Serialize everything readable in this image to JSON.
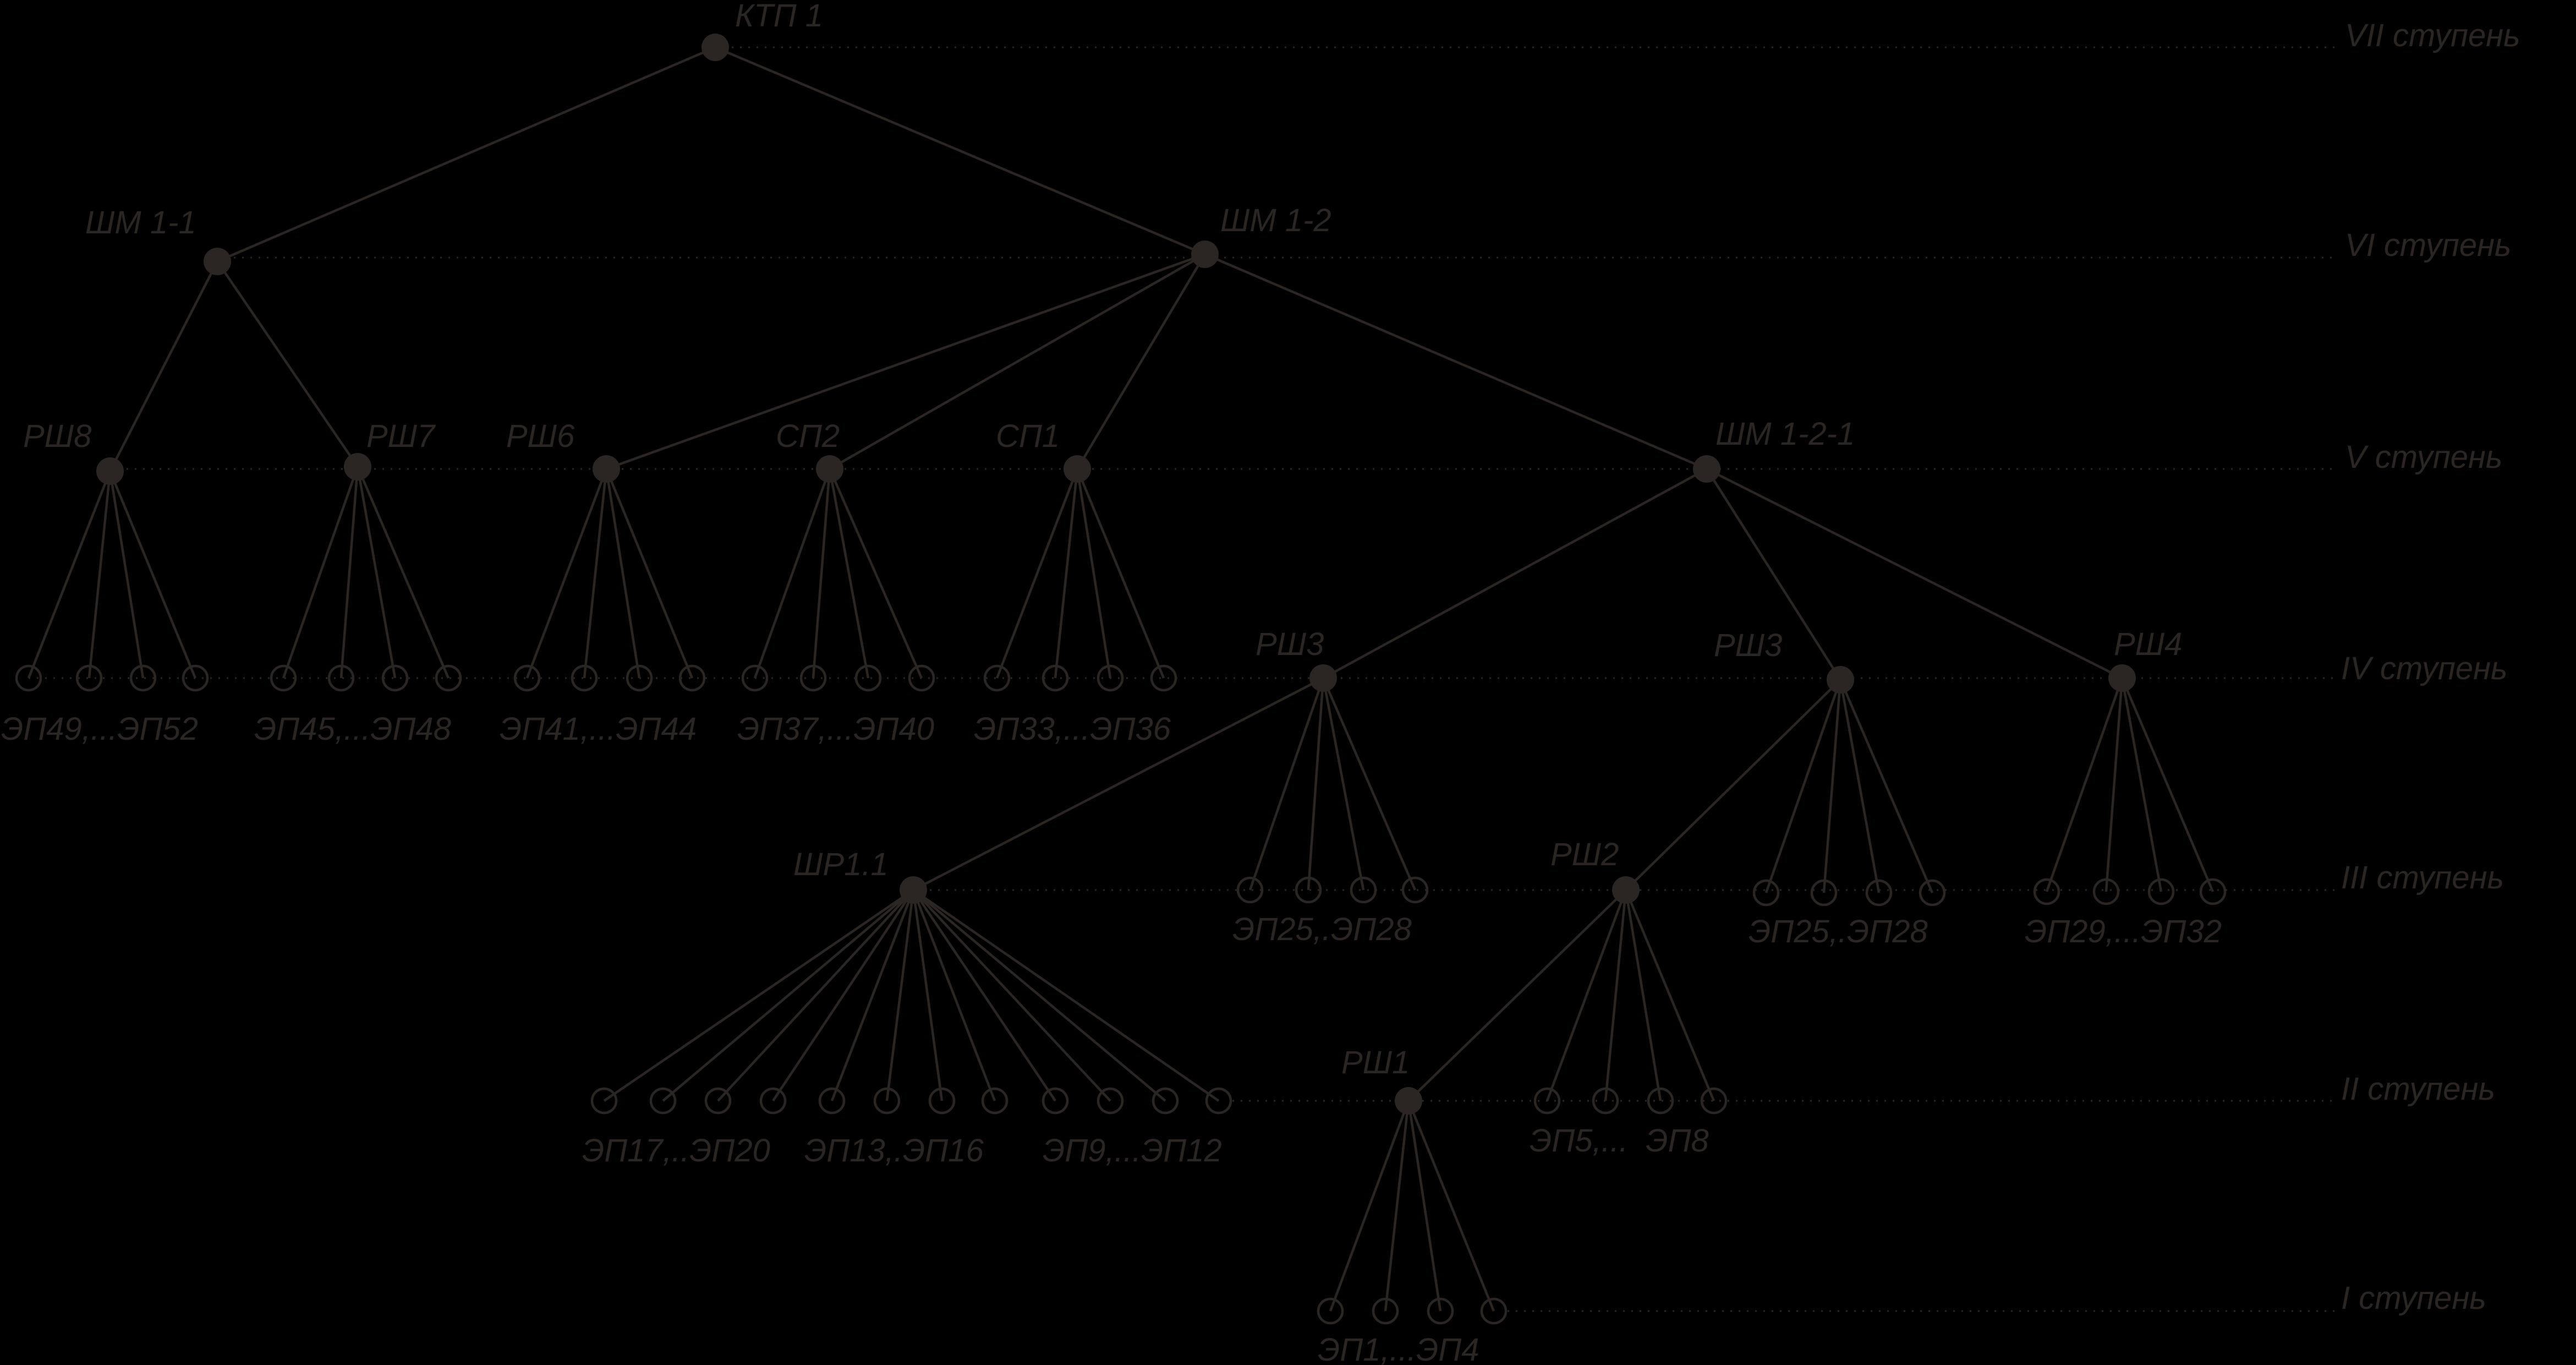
{
  "levels": [
    {
      "id": "l7",
      "label": "VII ступень"
    },
    {
      "id": "l6",
      "label": "VI ступень"
    },
    {
      "id": "l5",
      "label": "V ступень"
    },
    {
      "id": "l4",
      "label": "IV ступень"
    },
    {
      "id": "l3",
      "label": "III ступень"
    },
    {
      "id": "l2",
      "label": "II ступень"
    },
    {
      "id": "l1",
      "label": "I ступень"
    }
  ],
  "nodes": [
    {
      "id": "ktp1",
      "label": "КТП 1"
    },
    {
      "id": "shm11",
      "label": "ШМ 1-1"
    },
    {
      "id": "shm12",
      "label": "ШМ 1-2"
    },
    {
      "id": "rsh8",
      "label": "РШ8"
    },
    {
      "id": "rsh7",
      "label": "РШ7"
    },
    {
      "id": "rsh6",
      "label": "РШ6"
    },
    {
      "id": "sp2",
      "label": "СП2"
    },
    {
      "id": "sp1",
      "label": "СП1"
    },
    {
      "id": "shm121",
      "label": "ШМ 1-2-1"
    },
    {
      "id": "rsh3a",
      "label": "РШ3"
    },
    {
      "id": "rsh3b",
      "label": "РШ3"
    },
    {
      "id": "rsh4",
      "label": "РШ4"
    },
    {
      "id": "shr11",
      "label": "ШР1.1"
    },
    {
      "id": "rsh2",
      "label": "РШ2"
    },
    {
      "id": "rsh1",
      "label": "РШ1"
    }
  ],
  "leaf_groups": [
    {
      "parent": "rsh8",
      "label": "ЭП49,...ЭП52"
    },
    {
      "parent": "rsh7",
      "label": "ЭП45,...ЭП48"
    },
    {
      "parent": "rsh6",
      "label": "ЭП41,...ЭП44"
    },
    {
      "parent": "sp2",
      "label": "ЭП37,...ЭП40"
    },
    {
      "parent": "sp1",
      "label": "ЭП33,...ЭП36"
    },
    {
      "parent": "rsh3a",
      "label": "ЭП25,.ЭП28"
    },
    {
      "parent": "rsh3b",
      "label": "ЭП25,.ЭП28"
    },
    {
      "parent": "rsh4",
      "label": "ЭП29,...ЭП32"
    },
    {
      "parent": "shr11",
      "label": "ЭП17,..ЭП20"
    },
    {
      "parent": "shr11",
      "label": "ЭП13,.ЭП16"
    },
    {
      "parent": "shr11",
      "label": "ЭП9,...ЭП12"
    },
    {
      "parent": "rsh2",
      "label": "ЭП5,...  ЭП8"
    },
    {
      "parent": "rsh1",
      "label": "ЭП1,...ЭП4"
    }
  ]
}
